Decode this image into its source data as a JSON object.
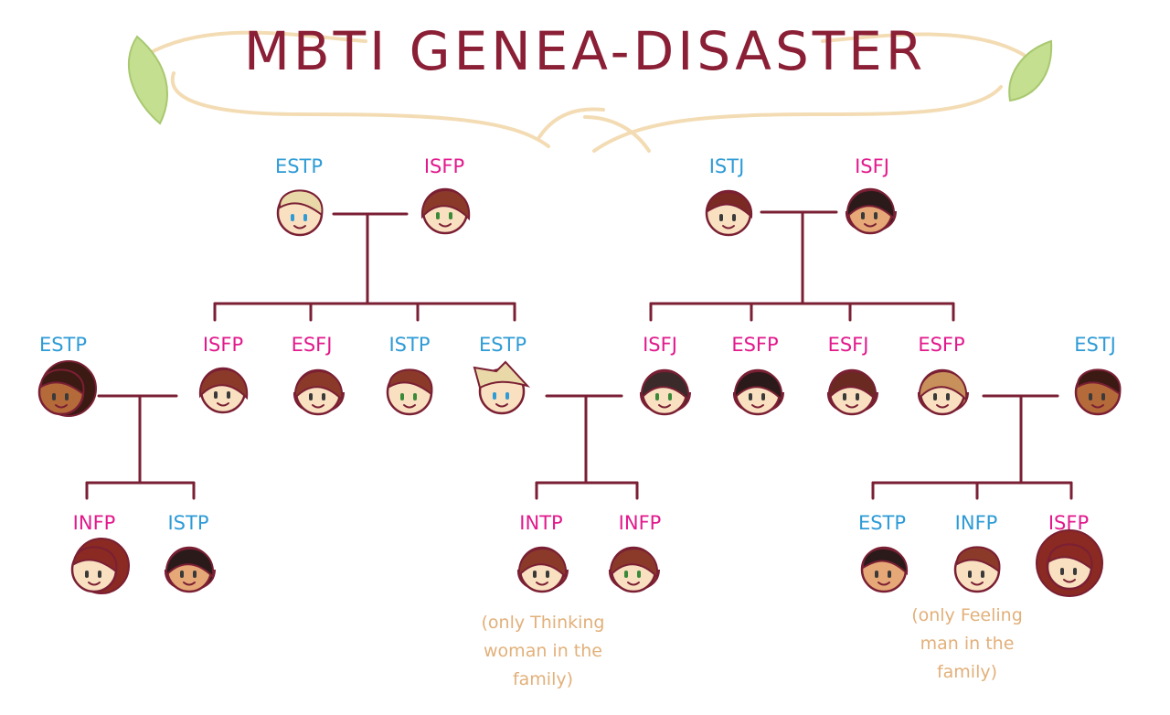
{
  "title": "MBTI GENEA-DISASTER",
  "colors": {
    "thinking": "#2e9bd6",
    "feeling": "#e2198c",
    "line": "#7a1f34",
    "title": "#8a1f36",
    "note": "#e2b07a",
    "swirl": "#f3dcb4",
    "leaf": "#c4df8f"
  },
  "people": [
    {
      "type": "ESTP",
      "group": "thinking"
    },
    {
      "type": "ISFP",
      "group": "feeling"
    },
    {
      "type": "ISTJ",
      "group": "thinking"
    },
    {
      "type": "ISFJ",
      "group": "feeling"
    },
    {
      "type": "ESTP",
      "group": "thinking"
    },
    {
      "type": "ISFP",
      "group": "feeling"
    },
    {
      "type": "ESFJ",
      "group": "feeling"
    },
    {
      "type": "ISTP",
      "group": "thinking"
    },
    {
      "type": "ESTP",
      "group": "thinking"
    },
    {
      "type": "ISFJ",
      "group": "feeling"
    },
    {
      "type": "ESFP",
      "group": "feeling"
    },
    {
      "type": "ESFJ",
      "group": "feeling"
    },
    {
      "type": "ESFP",
      "group": "feeling"
    },
    {
      "type": "ESTJ",
      "group": "thinking"
    },
    {
      "type": "INFP",
      "group": "feeling"
    },
    {
      "type": "ISTP",
      "group": "thinking"
    },
    {
      "type": "INTP",
      "group": "feeling"
    },
    {
      "type": "INFP",
      "group": "feeling"
    },
    {
      "type": "ESTP",
      "group": "thinking"
    },
    {
      "type": "INFP",
      "group": "thinking"
    },
    {
      "type": "ISFP",
      "group": "feeling"
    }
  ],
  "notes": [
    {
      "text_lines": [
        "(only Thinking",
        "woman in the",
        "family)"
      ]
    },
    {
      "text_lines": [
        "(only Feeling",
        "man in the",
        "family)"
      ]
    }
  ]
}
